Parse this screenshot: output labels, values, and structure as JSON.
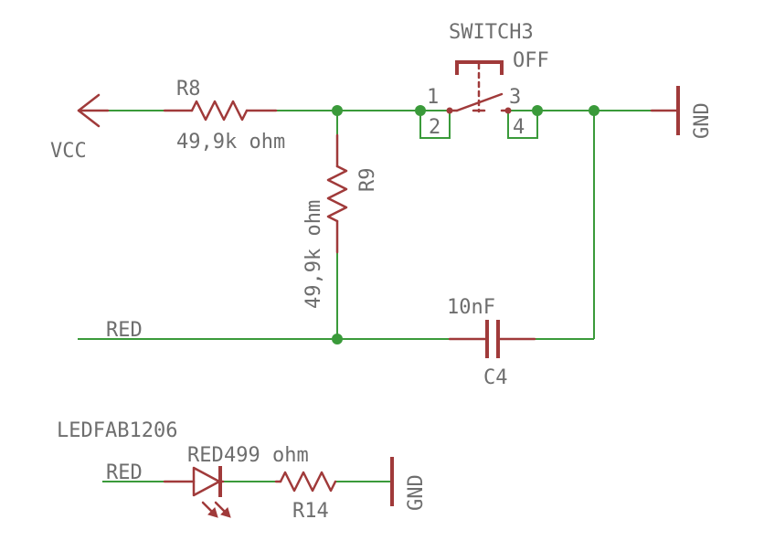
{
  "schematic": {
    "power": {
      "vcc": "VCC",
      "gnd_1": "GND",
      "gnd_2": "GND"
    },
    "r8": {
      "name": "R8",
      "value": "49,9k ohm"
    },
    "r9": {
      "name": "R9",
      "value": "49,9k ohm"
    },
    "switch": {
      "name": "SWITCH3",
      "state": "OFF",
      "pin_1": "1",
      "pin_2": "2",
      "pin_3": "3",
      "pin_4": "4"
    },
    "c4": {
      "name": "C4",
      "value": "10nF"
    },
    "led": {
      "package": "LEDFAB1206",
      "name": "RED"
    },
    "r14": {
      "name": "R14",
      "value": "499 ohm"
    },
    "nets": {
      "red_1": "RED",
      "red_2": "RED"
    },
    "colors": {
      "wire": "#3a9a3a",
      "part": "#a03a3a",
      "text": "#6e6e6e",
      "background": "#ffffff"
    }
  }
}
